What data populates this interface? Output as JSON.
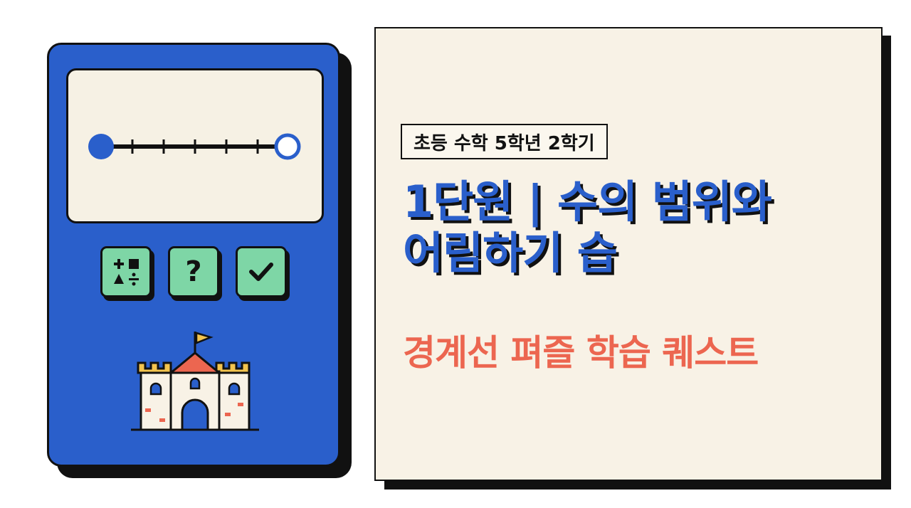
{
  "colors": {
    "device_blue": "#2a5fcb",
    "screen_cream": "#f6f1e4",
    "button_green": "#7ed6a6",
    "title_blue": "#2a5fcb",
    "subtitle_red": "#ec6650",
    "card_cream": "#f8f2e6",
    "outline": "#111111"
  },
  "device": {
    "screen": {
      "number_line": {
        "start_marker": "filled-circle",
        "end_marker": "open-circle",
        "tick_count": 5
      }
    },
    "buttons": [
      {
        "icon": "math-operations-icon"
      },
      {
        "icon": "question-mark-icon",
        "label": "?"
      },
      {
        "icon": "check-icon"
      }
    ],
    "illustration": "castle-icon"
  },
  "card": {
    "badge": "초등 수학 5학년 2학기",
    "title_line1": "1단원 | 수의 범위와",
    "title_line2": "어림하기 습",
    "subtitle": "경계선 펴즐 학습 퀘스트"
  }
}
